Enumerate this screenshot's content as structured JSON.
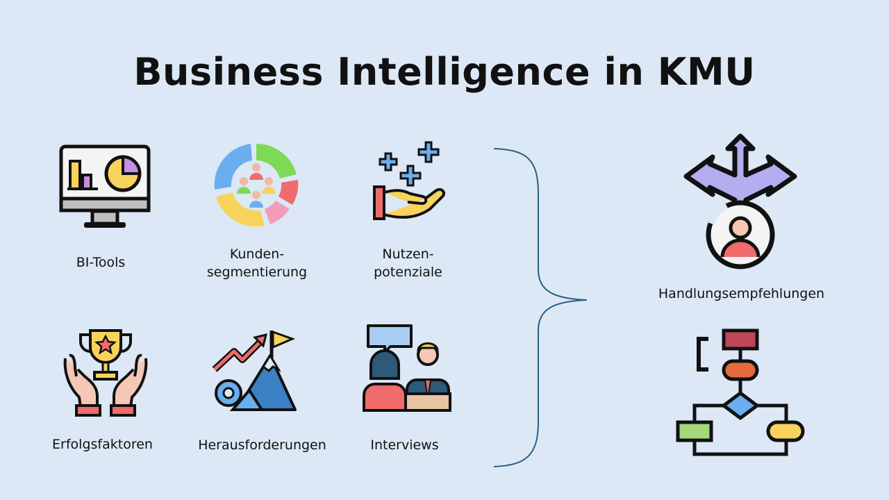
{
  "title": "Business Intelligence in KMU",
  "items": [
    {
      "icon": "bi-tools-monitor-icon",
      "lines": [
        "BI-Tools"
      ]
    },
    {
      "icon": "customer-segmentation-icon",
      "lines": [
        "Kunden-",
        "segmentierung"
      ]
    },
    {
      "icon": "benefit-potential-icon",
      "lines": [
        "Nutzen-",
        "potenziale"
      ]
    },
    {
      "icon": "trophy-hands-icon",
      "lines": [
        "Erfolgsfaktoren"
      ]
    },
    {
      "icon": "mountain-challenge-icon",
      "lines": [
        "Herausforderungen"
      ]
    },
    {
      "icon": "interview-icon",
      "lines": [
        "Interviews"
      ]
    }
  ],
  "results": [
    {
      "icon": "decision-directions-icon",
      "label": "Handlungsempfehlungen"
    },
    {
      "icon": "flowchart-icon",
      "label": ""
    }
  ],
  "colors": {
    "background": "#dce8f5",
    "brace": "#2b5f86",
    "purple": "#b3aef0",
    "yellow": "#f7d35c",
    "pink": "#f29db8",
    "green": "#7ed957",
    "blue": "#6aaef0",
    "red": "#f06b6b"
  }
}
